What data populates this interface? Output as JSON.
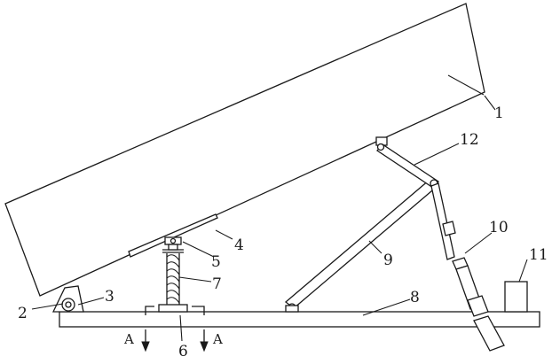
{
  "labels": {
    "p1": "1",
    "p2": "2",
    "p3": "3",
    "p4": "4",
    "p5": "5",
    "p6": "6",
    "p7": "7",
    "p8": "8",
    "p9": "9",
    "p10": "10",
    "p11": "11",
    "p12": "12"
  },
  "section": {
    "left": "A",
    "right": "A"
  }
}
